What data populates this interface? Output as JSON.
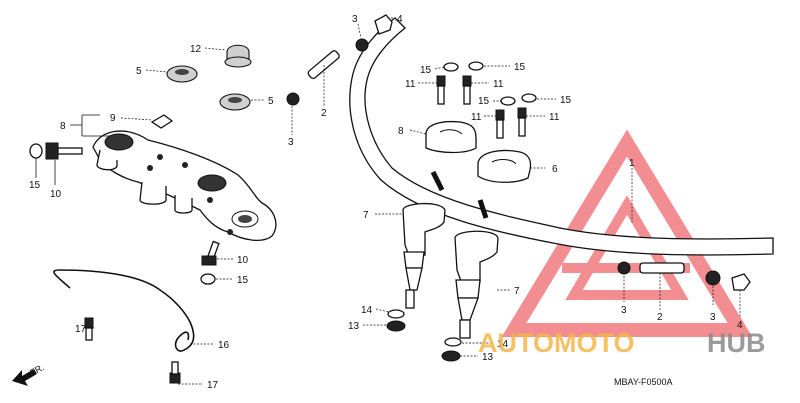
{
  "diagram_code": "MBAY-F0500A",
  "front_marker": "FR.",
  "watermark": {
    "left": "AUTOMOTO",
    "right": "HUB",
    "accent_color": "#e8333a"
  },
  "callouts": {
    "c1": "1",
    "c2a": "2",
    "c2b": "2",
    "c3a": "3",
    "c3b": "3",
    "c3c": "3",
    "c3d": "3",
    "c4a": "4",
    "c4b": "4",
    "c5a": "5",
    "c5b": "5",
    "c6": "6",
    "c7a": "7",
    "c7b": "7",
    "c8a": "8",
    "c8b": "8",
    "c9": "9",
    "c10a": "10",
    "c10b": "10",
    "c11a": "11",
    "c11b": "11",
    "c11c": "11",
    "c11d": "11",
    "c12": "12",
    "c13a": "13",
    "c13b": "13",
    "c14a": "14",
    "c14b": "14",
    "c15a": "15",
    "c15b": "15",
    "c15c": "15",
    "c15d": "15",
    "c15e": "15",
    "c15f": "15",
    "c16": "16",
    "c17a": "17",
    "c17b": "17"
  }
}
